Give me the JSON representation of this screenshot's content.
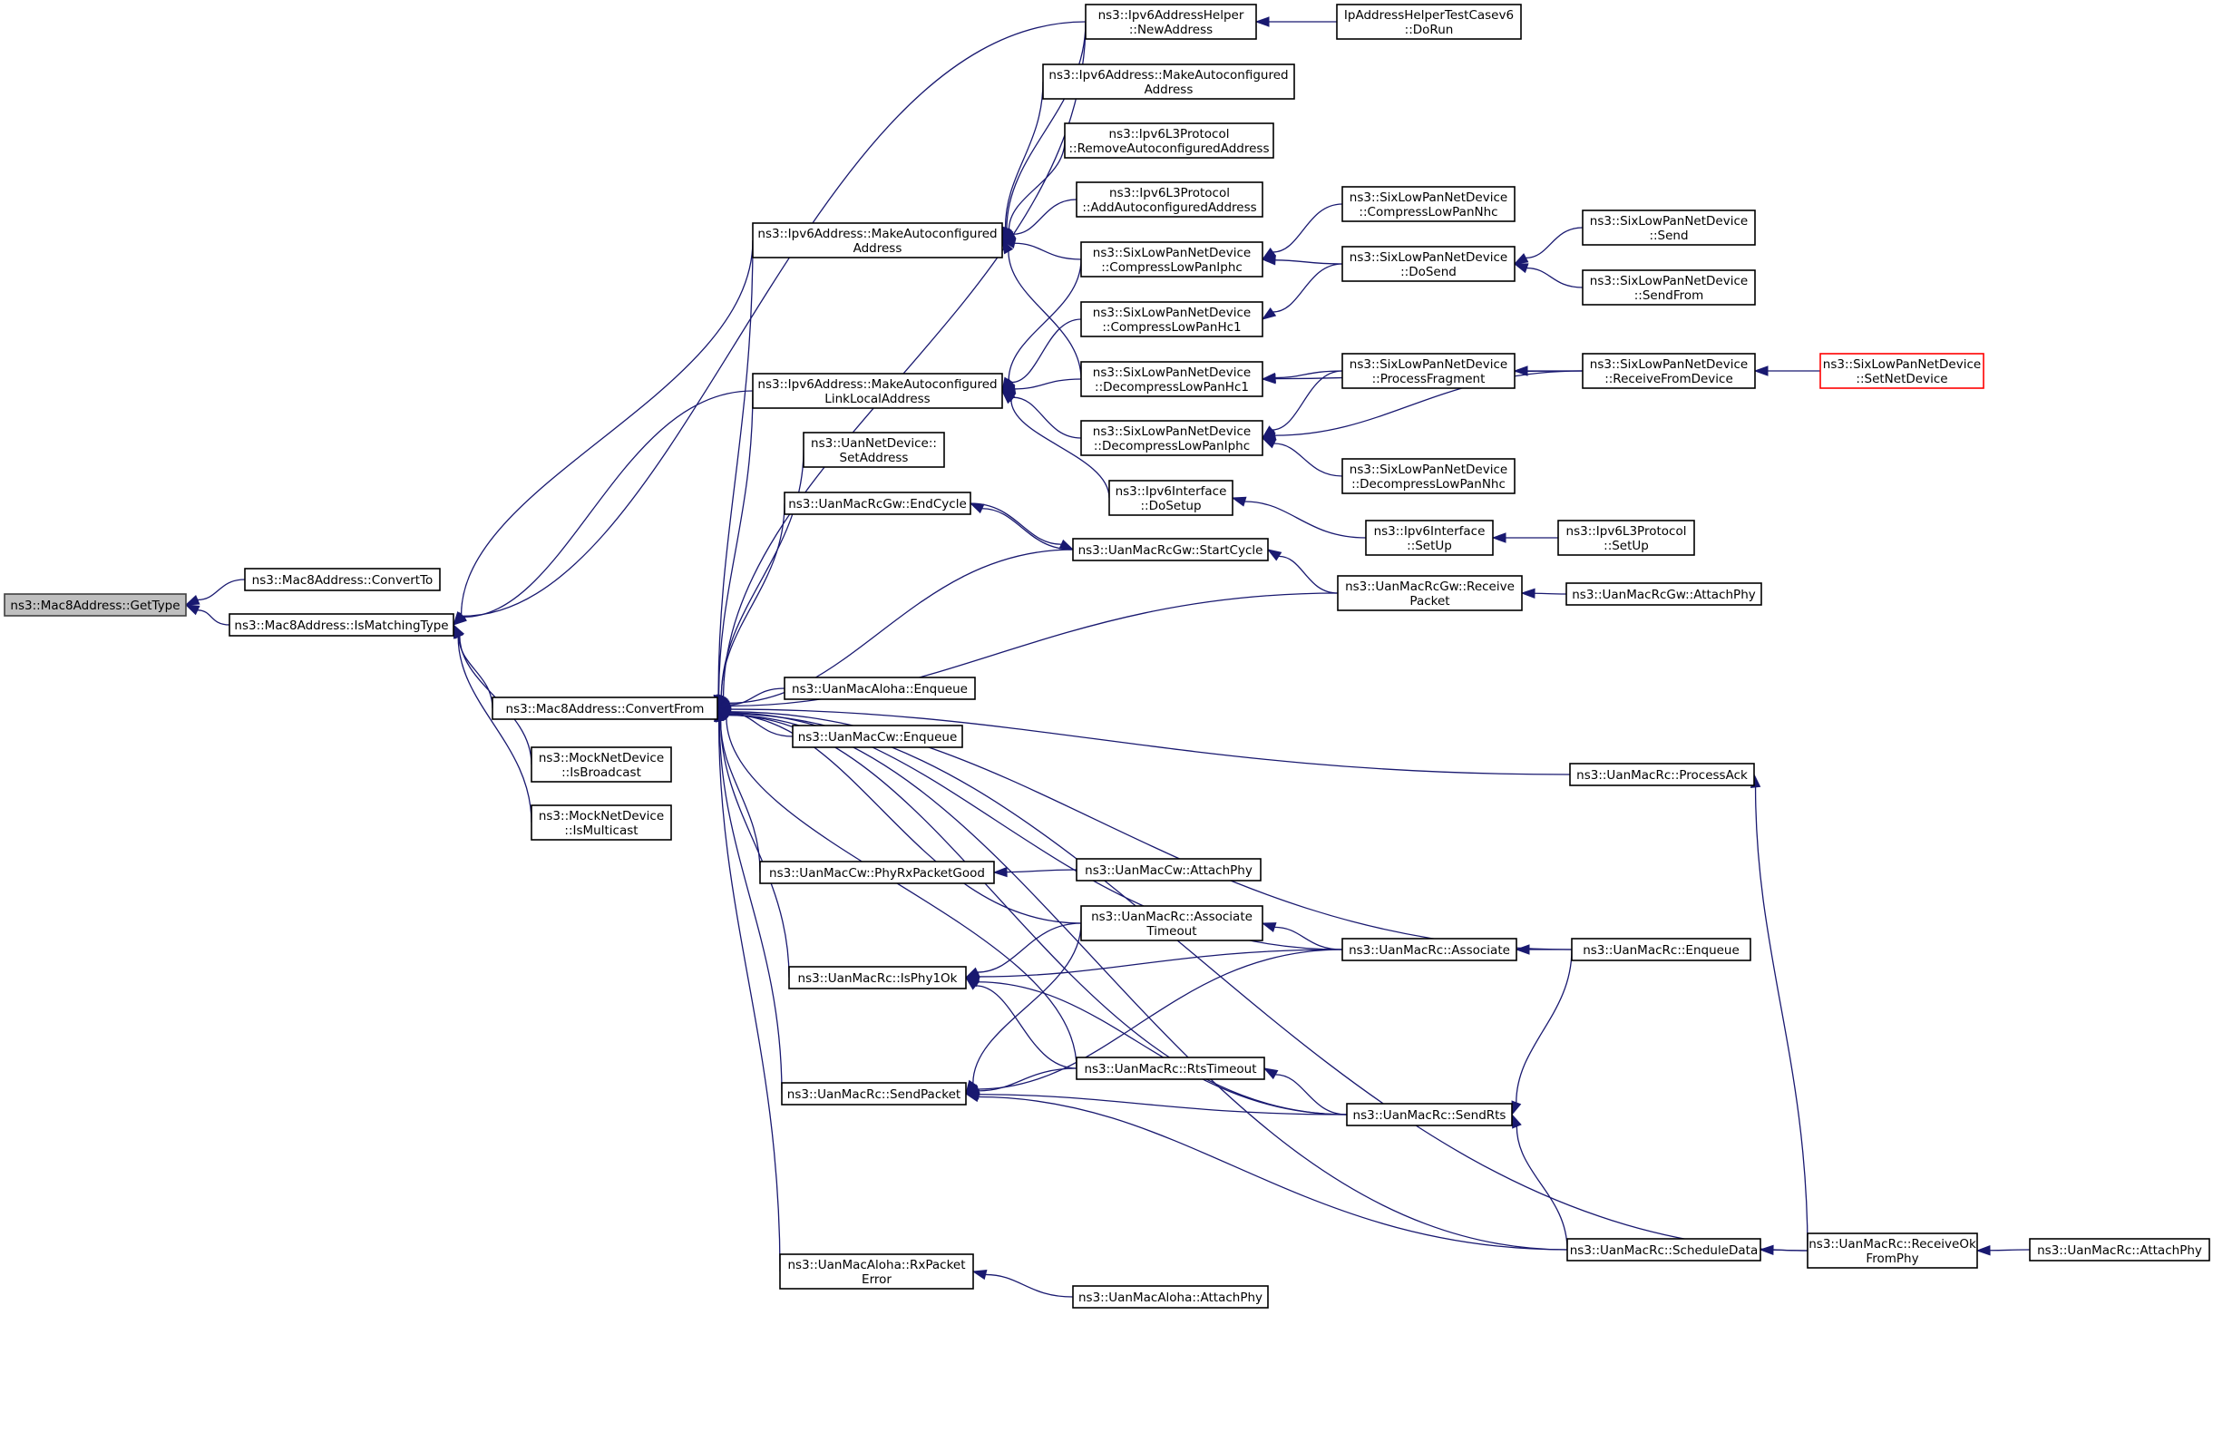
{
  "colors": {
    "edge": "#191970",
    "root_fill": "#bfbfbf",
    "truncated_border": "#ff0000"
  },
  "nodes": [
    {
      "id": "getType",
      "lines": [
        "ns3::Mac8Address::GetType"
      ],
      "root": true
    },
    {
      "id": "convertTo",
      "lines": [
        "ns3::Mac8Address::ConvertTo"
      ]
    },
    {
      "id": "isMatching",
      "lines": [
        "ns3::Mac8Address::IsMatchingType"
      ]
    },
    {
      "id": "convertFrom",
      "lines": [
        "ns3::Mac8Address::ConvertFrom"
      ]
    },
    {
      "id": "mockBcast",
      "lines": [
        "ns3::MockNetDevice",
        "::IsBroadcast"
      ]
    },
    {
      "id": "mockMcast",
      "lines": [
        "ns3::MockNetDevice",
        "::IsMulticast"
      ]
    },
    {
      "id": "makeAuto",
      "lines": [
        "ns3::Ipv6Address::MakeAutoconfigured",
        "Address"
      ]
    },
    {
      "id": "makeLL",
      "lines": [
        "ns3::Ipv6Address::MakeAutoconfigured",
        "LinkLocalAddress"
      ]
    },
    {
      "id": "uanSetAddr",
      "lines": [
        "ns3::UanNetDevice::",
        "SetAddress"
      ]
    },
    {
      "id": "gwEndCycle",
      "lines": [
        "ns3::UanMacRcGw::EndCycle"
      ]
    },
    {
      "id": "alohaEnq",
      "lines": [
        "ns3::UanMacAloha::Enqueue"
      ]
    },
    {
      "id": "cwEnq",
      "lines": [
        "ns3::UanMacCw::Enqueue"
      ]
    },
    {
      "id": "cwPhyRx",
      "lines": [
        "ns3::UanMacCw::PhyRxPacketGood"
      ]
    },
    {
      "id": "isPhy1Ok",
      "lines": [
        "ns3::UanMacRc::IsPhy1Ok"
      ]
    },
    {
      "id": "sendPacket",
      "lines": [
        "ns3::UanMacRc::SendPacket"
      ]
    },
    {
      "id": "alohaRxErr",
      "lines": [
        "ns3::UanMacAloha::RxPacket",
        "Error"
      ]
    },
    {
      "id": "newAddr",
      "lines": [
        "ns3::Ipv6AddressHelper",
        "::NewAddress"
      ]
    },
    {
      "id": "makeAuto2",
      "lines": [
        "ns3::Ipv6Address::MakeAutoconfigured",
        "Address"
      ]
    },
    {
      "id": "removeAuto",
      "lines": [
        "ns3::Ipv6L3Protocol",
        "::RemoveAutoconfiguredAddress"
      ]
    },
    {
      "id": "addAuto",
      "lines": [
        "ns3::Ipv6L3Protocol",
        "::AddAutoconfiguredAddress"
      ]
    },
    {
      "id": "compIphc",
      "lines": [
        "ns3::SixLowPanNetDevice",
        "::CompressLowPanIphc"
      ]
    },
    {
      "id": "compHc1",
      "lines": [
        "ns3::SixLowPanNetDevice",
        "::CompressLowPanHc1"
      ]
    },
    {
      "id": "decompHc1",
      "lines": [
        "ns3::SixLowPanNetDevice",
        "::DecompressLowPanHc1"
      ]
    },
    {
      "id": "decompIphc",
      "lines": [
        "ns3::SixLowPanNetDevice",
        "::DecompressLowPanIphc"
      ]
    },
    {
      "id": "ipv6DoSetup",
      "lines": [
        "ns3::Ipv6Interface",
        "::DoSetup"
      ]
    },
    {
      "id": "gwStartCycle",
      "lines": [
        "ns3::UanMacRcGw::StartCycle"
      ]
    },
    {
      "id": "cwAttach",
      "lines": [
        "ns3::UanMacCw::AttachPhy"
      ]
    },
    {
      "id": "assocTimeout",
      "lines": [
        "ns3::UanMacRc::Associate",
        "Timeout"
      ]
    },
    {
      "id": "rtsTimeout",
      "lines": [
        "ns3::UanMacRc::RtsTimeout"
      ]
    },
    {
      "id": "alohaAttach",
      "lines": [
        "ns3::UanMacAloha::AttachPhy"
      ]
    },
    {
      "id": "ipHelperTest",
      "lines": [
        "IpAddressHelperTestCasev6",
        "::DoRun"
      ]
    },
    {
      "id": "compNhc",
      "lines": [
        "ns3::SixLowPanNetDevice",
        "::CompressLowPanNhc"
      ]
    },
    {
      "id": "doSend",
      "lines": [
        "ns3::SixLowPanNetDevice",
        "::DoSend"
      ]
    },
    {
      "id": "procFrag",
      "lines": [
        "ns3::SixLowPanNetDevice",
        "::ProcessFragment"
      ]
    },
    {
      "id": "decompNhc",
      "lines": [
        "ns3::SixLowPanNetDevice",
        "::DecompressLowPanNhc"
      ]
    },
    {
      "id": "ipv6SetUp",
      "lines": [
        "ns3::Ipv6Interface",
        "::SetUp"
      ]
    },
    {
      "id": "gwRecv",
      "lines": [
        "ns3::UanMacRcGw::Receive",
        "Packet"
      ]
    },
    {
      "id": "associate",
      "lines": [
        "ns3::UanMacRc::Associate"
      ]
    },
    {
      "id": "sendRts",
      "lines": [
        "ns3::UanMacRc::SendRts"
      ]
    },
    {
      "id": "send",
      "lines": [
        "ns3::SixLowPanNetDevice",
        "::Send"
      ]
    },
    {
      "id": "sendFrom",
      "lines": [
        "ns3::SixLowPanNetDevice",
        "::SendFrom"
      ]
    },
    {
      "id": "recvFromDev",
      "lines": [
        "ns3::SixLowPanNetDevice",
        "::ReceiveFromDevice"
      ]
    },
    {
      "id": "l3SetUp",
      "lines": [
        "ns3::Ipv6L3Protocol",
        "::SetUp"
      ]
    },
    {
      "id": "gwAttach",
      "lines": [
        "ns3::UanMacRcGw::AttachPhy"
      ]
    },
    {
      "id": "processAck",
      "lines": [
        "ns3::UanMacRc::ProcessAck"
      ]
    },
    {
      "id": "rcEnqueue",
      "lines": [
        "ns3::UanMacRc::Enqueue"
      ]
    },
    {
      "id": "schedData",
      "lines": [
        "ns3::UanMacRc::ScheduleData"
      ]
    },
    {
      "id": "setNetDev",
      "lines": [
        "ns3::SixLowPanNetDevice",
        "::SetNetDevice"
      ],
      "truncated": true
    },
    {
      "id": "recvOk",
      "lines": [
        "ns3::UanMacRc::ReceiveOk",
        "FromPhy"
      ]
    },
    {
      "id": "rcAttach",
      "lines": [
        "ns3::UanMacRc::AttachPhy"
      ]
    }
  ],
  "edges": [
    [
      "convertTo",
      "getType"
    ],
    [
      "isMatching",
      "getType"
    ],
    [
      "convertFrom",
      "isMatching"
    ],
    [
      "mockBcast",
      "isMatching"
    ],
    [
      "mockMcast",
      "isMatching"
    ],
    [
      "makeAuto",
      "isMatching"
    ],
    [
      "makeLL",
      "isMatching"
    ],
    [
      "newAddr",
      "isMatching"
    ],
    [
      "newAddr",
      "convertFrom"
    ],
    [
      "makeAuto",
      "convertFrom"
    ],
    [
      "makeLL",
      "convertFrom"
    ],
    [
      "uanSetAddr",
      "convertFrom"
    ],
    [
      "gwEndCycle",
      "convertFrom"
    ],
    [
      "gwStartCycle",
      "convertFrom"
    ],
    [
      "gwRecv",
      "convertFrom"
    ],
    [
      "processAck",
      "convertFrom"
    ],
    [
      "alohaEnq",
      "convertFrom"
    ],
    [
      "cwEnq",
      "convertFrom"
    ],
    [
      "cwPhyRx",
      "convertFrom"
    ],
    [
      "associate",
      "convertFrom"
    ],
    [
      "rcEnqueue",
      "convertFrom"
    ],
    [
      "assocTimeout",
      "convertFrom"
    ],
    [
      "isPhy1Ok",
      "convertFrom"
    ],
    [
      "rtsTimeout",
      "convertFrom"
    ],
    [
      "sendPacket",
      "convertFrom"
    ],
    [
      "sendRts",
      "convertFrom"
    ],
    [
      "alohaRxErr",
      "convertFrom"
    ],
    [
      "schedData",
      "convertFrom"
    ],
    [
      "recvOk",
      "convertFrom"
    ],
    [
      "newAddr",
      "makeAuto"
    ],
    [
      "makeAuto2",
      "makeAuto"
    ],
    [
      "removeAuto",
      "makeAuto"
    ],
    [
      "addAuto",
      "makeAuto"
    ],
    [
      "compIphc",
      "makeAuto"
    ],
    [
      "decompHc1",
      "makeAuto"
    ],
    [
      "compIphc",
      "makeLL"
    ],
    [
      "compHc1",
      "makeLL"
    ],
    [
      "decompHc1",
      "makeLL"
    ],
    [
      "decompIphc",
      "makeLL"
    ],
    [
      "ipv6DoSetup",
      "makeLL"
    ],
    [
      "ipHelperTest",
      "newAddr"
    ],
    [
      "compNhc",
      "compIphc"
    ],
    [
      "doSend",
      "compIphc"
    ],
    [
      "doSend",
      "compHc1"
    ],
    [
      "procFrag",
      "decompHc1"
    ],
    [
      "recvFromDev",
      "decompHc1"
    ],
    [
      "procFrag",
      "decompIphc"
    ],
    [
      "recvFromDev",
      "decompIphc"
    ],
    [
      "decompNhc",
      "decompIphc"
    ],
    [
      "ipv6SetUp",
      "ipv6DoSetup"
    ],
    [
      "l3SetUp",
      "ipv6SetUp"
    ],
    [
      "send",
      "doSend"
    ],
    [
      "sendFrom",
      "doSend"
    ],
    [
      "recvFromDev",
      "procFrag"
    ],
    [
      "setNetDev",
      "recvFromDev"
    ],
    [
      "gwStartCycle",
      "gwEndCycle"
    ],
    [
      "gwEndCycle",
      "gwStartCycle"
    ],
    [
      "gwRecv",
      "gwStartCycle"
    ],
    [
      "gwAttach",
      "gwRecv"
    ],
    [
      "cwAttach",
      "cwPhyRx"
    ],
    [
      "assocTimeout",
      "isPhy1Ok"
    ],
    [
      "associate",
      "isPhy1Ok"
    ],
    [
      "rtsTimeout",
      "isPhy1Ok"
    ],
    [
      "sendRts",
      "isPhy1Ok"
    ],
    [
      "assocTimeout",
      "sendPacket"
    ],
    [
      "rtsTimeout",
      "sendPacket"
    ],
    [
      "associate",
      "sendPacket"
    ],
    [
      "sendRts",
      "sendPacket"
    ],
    [
      "schedData",
      "sendPacket"
    ],
    [
      "alohaAttach",
      "alohaRxErr"
    ],
    [
      "associate",
      "assocTimeout"
    ],
    [
      "sendRts",
      "rtsTimeout"
    ],
    [
      "rcEnqueue",
      "associate"
    ],
    [
      "rcEnqueue",
      "sendRts"
    ],
    [
      "schedData",
      "sendRts"
    ],
    [
      "recvOk",
      "processAck"
    ],
    [
      "recvOk",
      "schedData"
    ],
    [
      "rcAttach",
      "recvOk"
    ]
  ]
}
